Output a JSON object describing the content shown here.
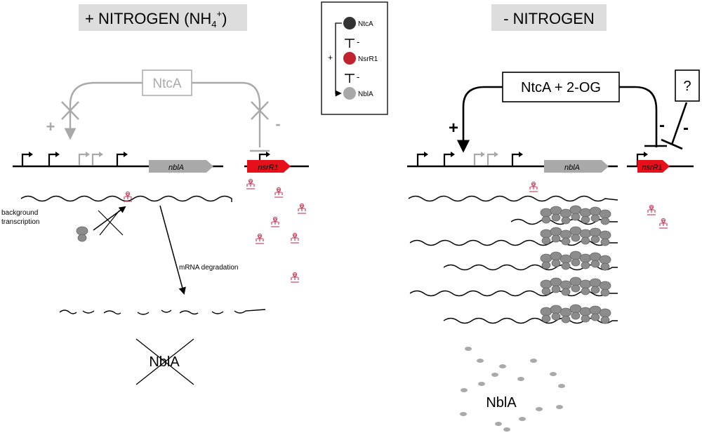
{
  "left_panel": {
    "title_main": "+ NITROGEN (NH",
    "title_sub": "4",
    "title_sup": "+",
    "title_close": ")",
    "regulator_box": "NtcA",
    "sign_plus": "+",
    "sign_minus": "-",
    "gene_nblA": "nblA",
    "gene_nsrR1": "nsrR1",
    "note_background_line1": "background",
    "note_background_line2": "transcription",
    "note_degradation": "mRNA degradation",
    "product_crossed": "NblA"
  },
  "legend": {
    "items": [
      {
        "label": "NtcA",
        "color": "#333333"
      },
      {
        "label": "NsrR1",
        "color": "#c0222f"
      },
      {
        "label": "NblA",
        "color": "#a8a8a8"
      }
    ],
    "repress_symbol": "-",
    "activate_symbol": "+"
  },
  "right_panel": {
    "title": "- NITROGEN",
    "regulator_box": "NtcA + 2-OG",
    "unknown_box": "?",
    "sign_plus": "+",
    "sign_minus_1": "-",
    "sign_minus_2": "-",
    "gene_nblA": "nblA",
    "gene_nsrR1": "nsrR1",
    "product": "NblA"
  },
  "colors": {
    "gray": "#a9a9a9",
    "red": "#e5101a",
    "pink": "#c8506a",
    "title_bg": "#dddddd"
  }
}
